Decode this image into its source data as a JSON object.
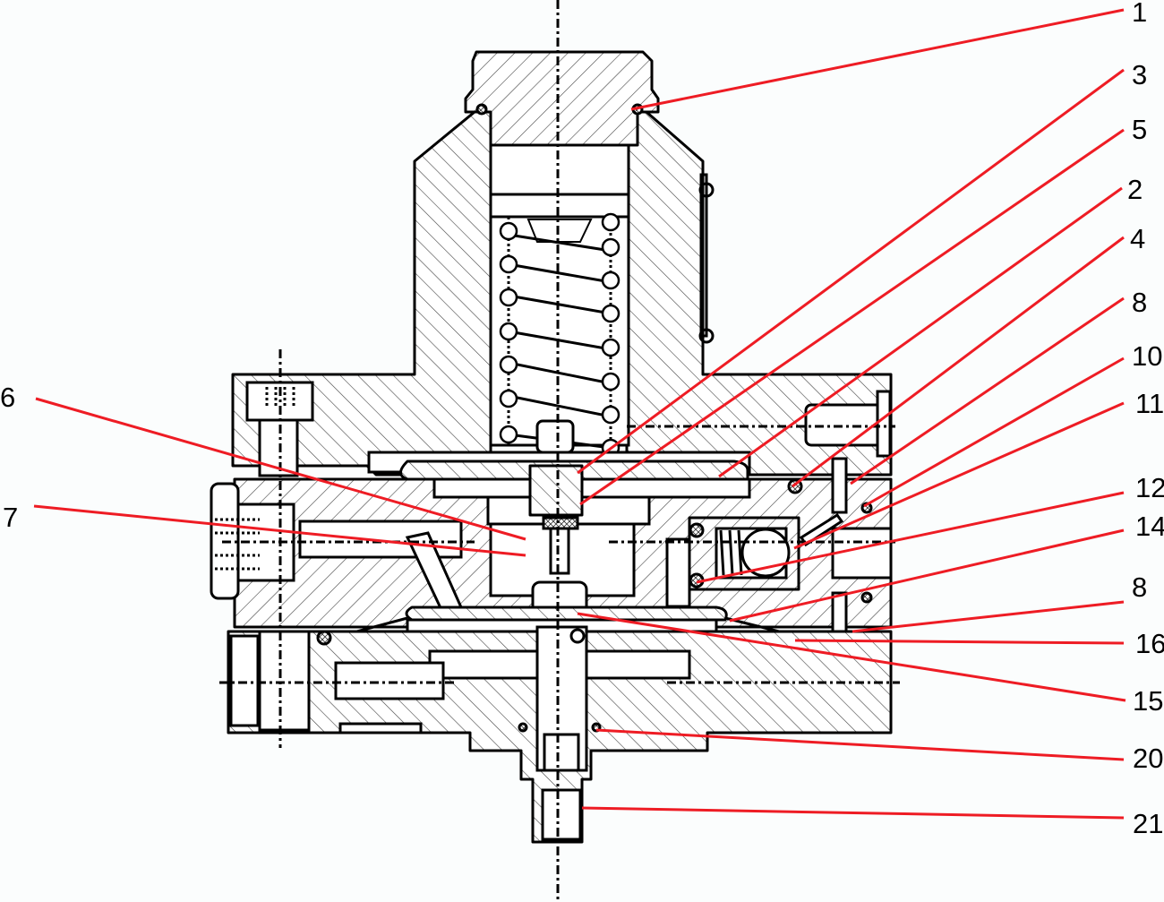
{
  "diagram": {
    "type": "mechanical-cross-section",
    "subject": "spring-loaded pressure regulator assembly",
    "colors": {
      "leader": "#ee1c24",
      "line": "#000000",
      "background": "#fbfdfd"
    },
    "callouts": [
      {
        "id": "c1",
        "label": "1"
      },
      {
        "id": "c3",
        "label": "3"
      },
      {
        "id": "c5",
        "label": "5"
      },
      {
        "id": "c2",
        "label": "2"
      },
      {
        "id": "c4",
        "label": "4"
      },
      {
        "id": "c8a",
        "label": "8"
      },
      {
        "id": "c10",
        "label": "10"
      },
      {
        "id": "c11",
        "label": "11"
      },
      {
        "id": "c12",
        "label": "12"
      },
      {
        "id": "c14",
        "label": "14"
      },
      {
        "id": "c8b",
        "label": "8"
      },
      {
        "id": "c16",
        "label": "16"
      },
      {
        "id": "c15",
        "label": "15"
      },
      {
        "id": "c20",
        "label": "20"
      },
      {
        "id": "c21",
        "label": "21"
      },
      {
        "id": "c6",
        "label": "6"
      },
      {
        "id": "c7",
        "label": "7"
      }
    ]
  }
}
